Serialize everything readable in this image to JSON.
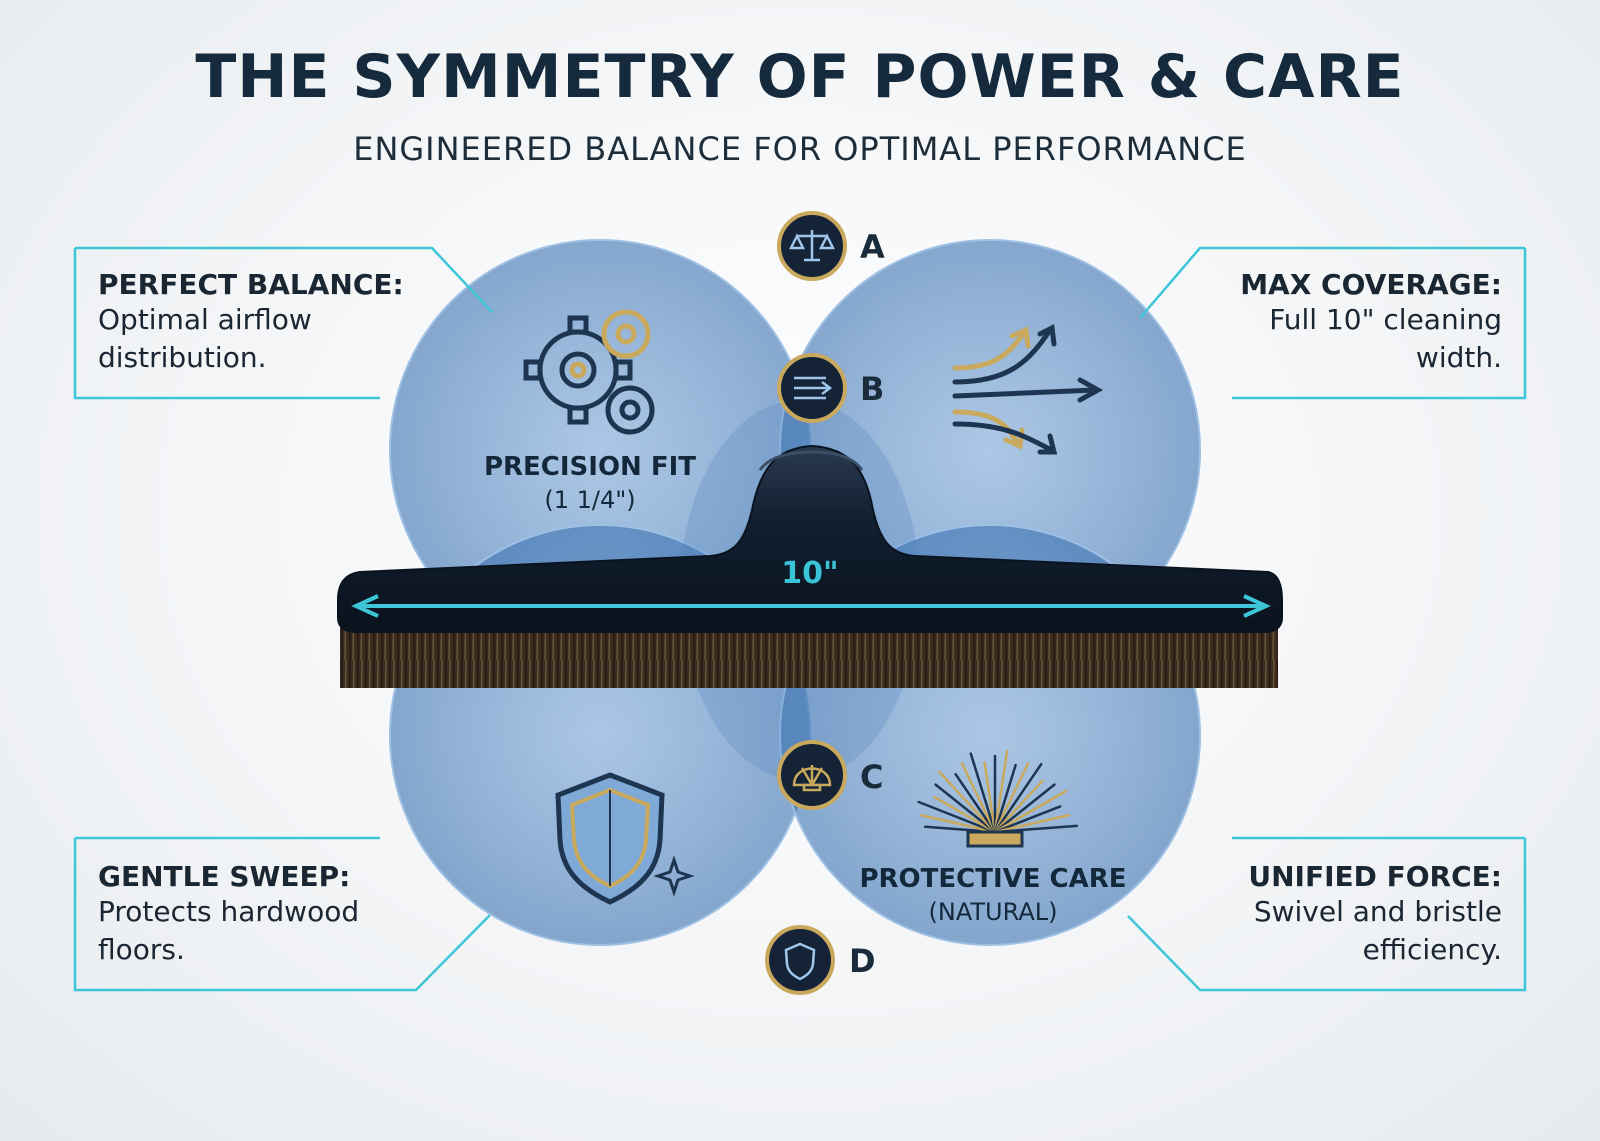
{
  "header": {
    "title": "THE SYMMETRY OF POWER & CARE",
    "subtitle": "ENGINEERED BALANCE FOR OPTIMAL PERFORMANCE"
  },
  "callouts": [
    {
      "head": "PERFECT BALANCE:",
      "body": "Optimal airflow distribution."
    },
    {
      "head": "MAX COVERAGE:",
      "body": "Full 10\" cleaning width."
    },
    {
      "head": "GENTLE SWEEP:",
      "body": "Protects hardwood floors."
    },
    {
      "head": "UNIFIED FORCE:",
      "body": "Swivel and bristle efficiency."
    }
  ],
  "zones": {
    "precision": {
      "line1": "PRECISION FIT",
      "line2": "(1 1/4\")",
      "icon": "gears-icon"
    },
    "protective": {
      "line1": "PROTECTIVE CARE",
      "line2": "(NATURAL)",
      "icon": "bristle-fan-icon"
    },
    "coverage_icon": "airflow-arrows-icon",
    "shield_icon": "shield-sparkle-icon"
  },
  "markers": [
    {
      "letter": "A",
      "icon": "scales-icon"
    },
    {
      "letter": "B",
      "icon": "airflow-icon"
    },
    {
      "letter": "C",
      "icon": "shell-icon"
    },
    {
      "letter": "D",
      "icon": "shield-icon"
    }
  ],
  "measurement": {
    "label": "10\""
  },
  "colors": {
    "circle_fill": "#5b8fc8",
    "accent_cyan": "#3cc6d8",
    "gold": "#c9a95e",
    "navy": "#142436",
    "brush_body": "#101c2b"
  }
}
